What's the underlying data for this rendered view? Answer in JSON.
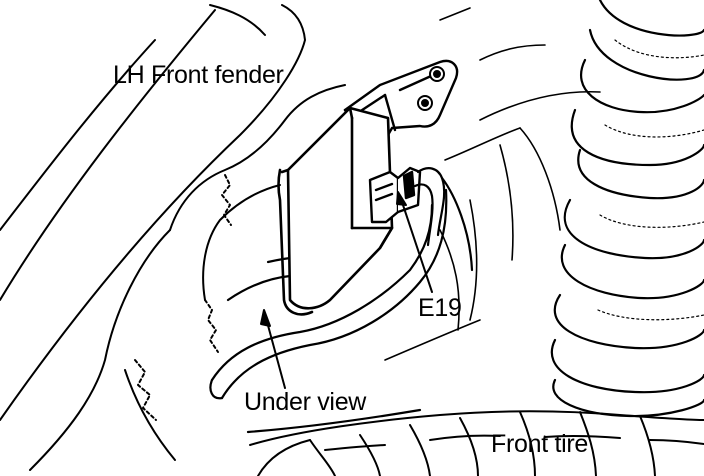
{
  "diagram": {
    "labels": {
      "fender": "LH Front fender",
      "under_view": "Under view",
      "connector": "E19",
      "tire": "Front tire"
    },
    "colors": {
      "ink": "#000000",
      "paper": "#ffffff"
    }
  }
}
